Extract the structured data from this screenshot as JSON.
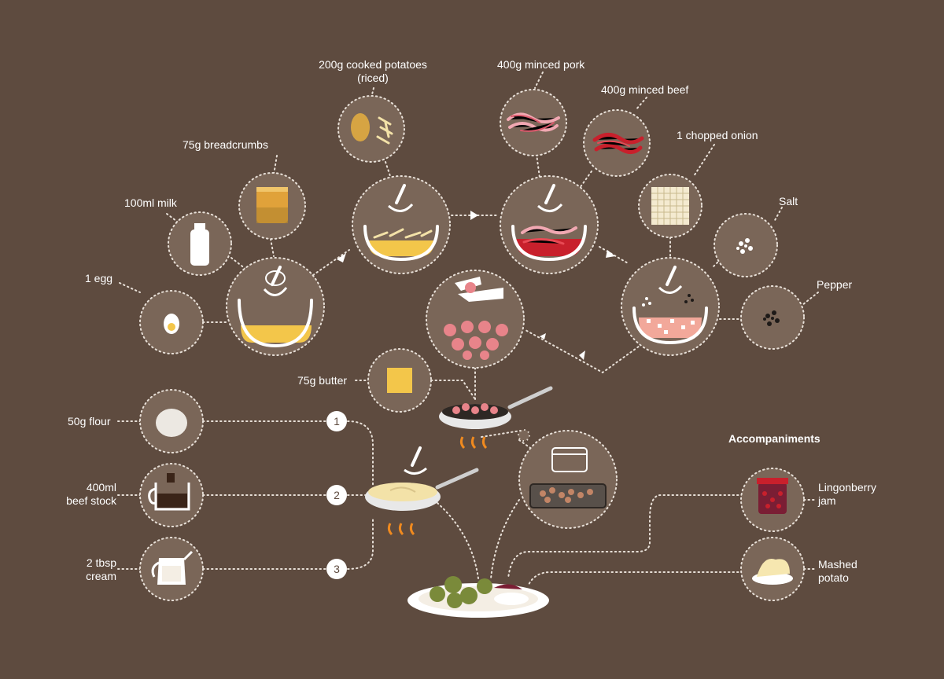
{
  "ingredients": {
    "egg": "1 egg",
    "milk": "100ml milk",
    "breadcrumbs": "75g breadcrumbs",
    "potatoes": "200g cooked potatoes\n(riced)",
    "pork": "400g minced pork",
    "beef": "400g minced beef",
    "onion": "1 chopped onion",
    "salt": "Salt",
    "pepper": "Pepper",
    "butter": "75g butter",
    "flour": "50g flour",
    "stock": "400ml\nbeef stock",
    "cream": "2 tbsp\ncream"
  },
  "steps": [
    "1",
    "2",
    "3"
  ],
  "accompaniments": {
    "heading": "Accompaniments",
    "items": [
      "Lingonberry\njam",
      "Mashed\npotato"
    ]
  },
  "colors": {
    "background": "#5e4b3f",
    "circle": "#7a6658",
    "dotted_line": "#e8e0d8",
    "accent_yellow": "#f3c64a",
    "meat_pink": "#e8848a",
    "meat_red": "#c8202c",
    "flame": "#f08a1f"
  }
}
